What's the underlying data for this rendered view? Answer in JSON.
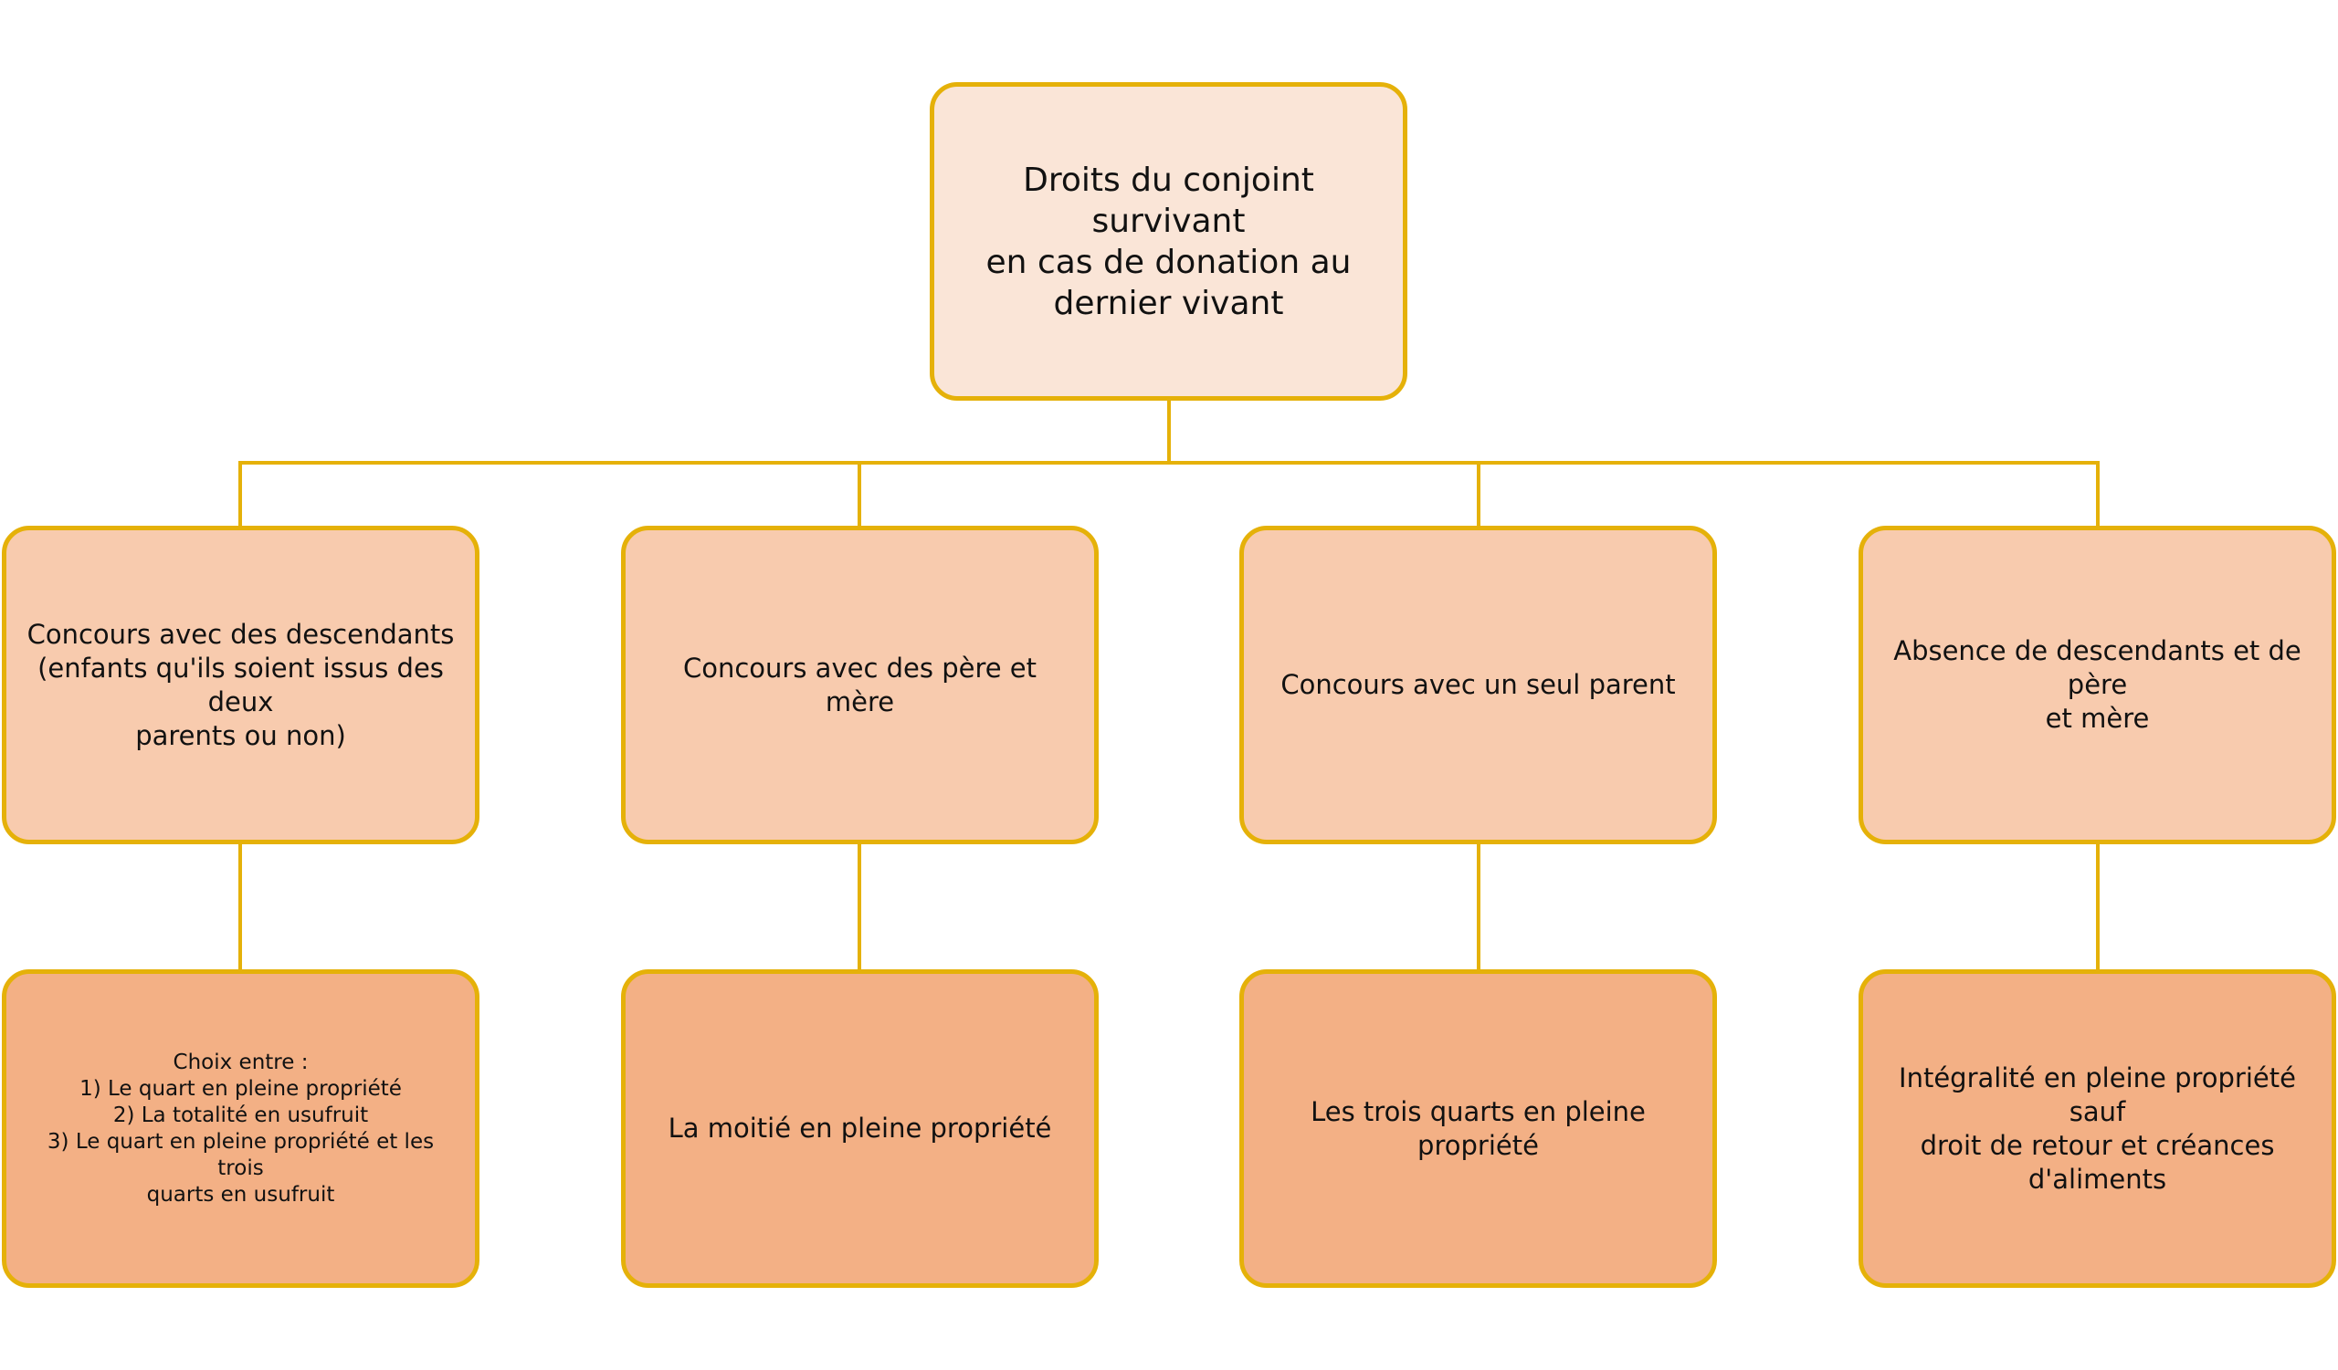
{
  "root": {
    "label": "Droits du conjoint survivant\nen cas de donation au\ndernier vivant"
  },
  "categories": [
    {
      "label": "Concours avec des descendants\n(enfants qu'ils soient issus des deux\nparents ou non)"
    },
    {
      "label": "Concours avec des père et mère"
    },
    {
      "label": "Concours avec un seul parent"
    },
    {
      "label": "Absence de descendants et de père\net mère"
    }
  ],
  "outcomes": [
    {
      "label": "Choix entre :\n1) Le quart en pleine propriété\n2) La totalité en usufruit\n3) Le quart en pleine propriété et les trois\nquarts en usufruit"
    },
    {
      "label": "La moitié en pleine propriété"
    },
    {
      "label": "Les trois quarts en pleine propriété"
    },
    {
      "label": "Intégralité en pleine propriété sauf\ndroit de retour et créances\nd'aliments"
    }
  ],
  "colors": {
    "border": "#e5b109",
    "root_fill": "#fae5d7",
    "category_fill": "#f8cbae",
    "outcome_fill": "#f3b085"
  }
}
